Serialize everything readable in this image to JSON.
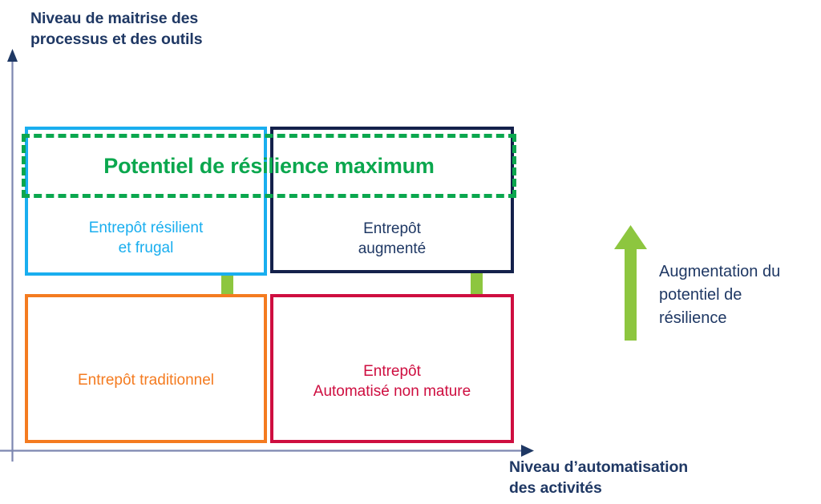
{
  "axes": {
    "y_title": "Niveau de maitrise des\nprocessus et des outils",
    "x_title": "Niveau d’automatisation\ndes activités",
    "axis_color": "#7D87B0",
    "arrow_color": "#1F3864"
  },
  "banner": {
    "label": "Potentiel de résilience maximum",
    "color": "#0BA74E",
    "style": "dashed"
  },
  "quadrants": [
    {
      "id": "resilient-frugal",
      "label": "Entrepôt résilient\net frugal",
      "color": "#19AEEF",
      "position": "top-left"
    },
    {
      "id": "augmente",
      "label": "Entrepôt\naugmenté",
      "color": "#14214B",
      "position": "top-right"
    },
    {
      "id": "traditionnel",
      "label": "Entrepôt traditionnel",
      "color": "#F47B20",
      "position": "bottom-left"
    },
    {
      "id": "automatise-non-mature",
      "label": "Entrepôt\nAutomatisé non mature",
      "color": "#CE0E40",
      "position": "bottom-right"
    }
  ],
  "annotation": {
    "label": "Augmentation du\npotentiel de\nrésilience",
    "arrow_color": "#8DC63F",
    "text_color": "#1F3864"
  },
  "growth_arrows": {
    "color": "#8DC63F",
    "count": 3,
    "names": [
      "growth-arrow-left",
      "growth-arrow-right",
      "legend-growth-arrow"
    ]
  }
}
